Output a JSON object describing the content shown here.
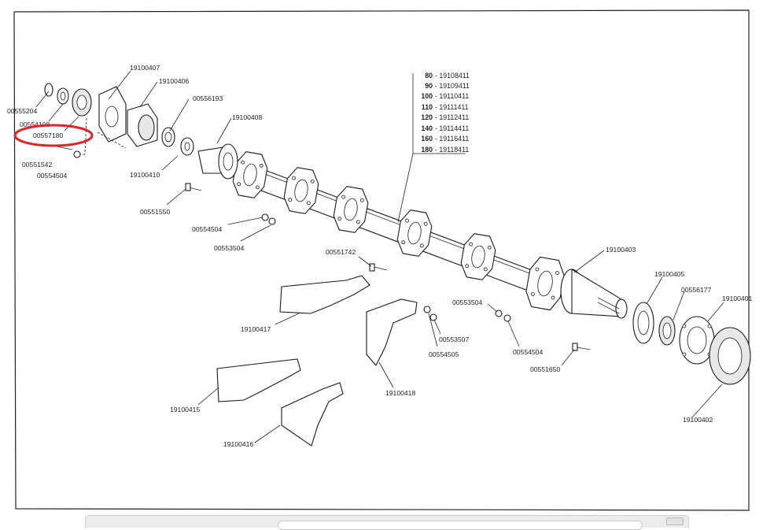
{
  "parts": {
    "p00555204": "00555204",
    "p00554108": "00554108",
    "p00557180": "00557180",
    "p00551542": "00551542",
    "p00554504_a": "00554504",
    "p19100407": "19100407",
    "p19100406": "19100406",
    "p00556193": "00556193",
    "p19100410": "19100410",
    "p19100408": "19100408",
    "p00551550": "00551550",
    "p00554504_b": "00554504",
    "p00553504_a": "00553504",
    "p00551742": "00551742",
    "p19100417": "19100417",
    "p00553507": "00553507",
    "p00554505": "00554505",
    "p19100418": "19100418",
    "p00553504_b": "00553504",
    "p00554504_c": "00554504",
    "p00551650": "00551650",
    "p19100403": "19100403",
    "p19100405": "19100405",
    "p00556177": "00556177",
    "p19100401": "19100401",
    "p19100402": "19100402",
    "p19100415": "19100415",
    "p19100416": "19100416"
  },
  "length_table": [
    {
      "size": "80",
      "code": "- 19108411"
    },
    {
      "size": "90",
      "code": "- 19109411"
    },
    {
      "size": "100",
      "code": "- 19110411"
    },
    {
      "size": "110",
      "code": "- 19111411"
    },
    {
      "size": "120",
      "code": "- 19112411"
    },
    {
      "size": "140",
      "code": "- 19114411"
    },
    {
      "size": "160",
      "code": "- 19116411"
    },
    {
      "size": "180",
      "code": "- 19118411"
    }
  ],
  "highlight_color": "#e0242b"
}
